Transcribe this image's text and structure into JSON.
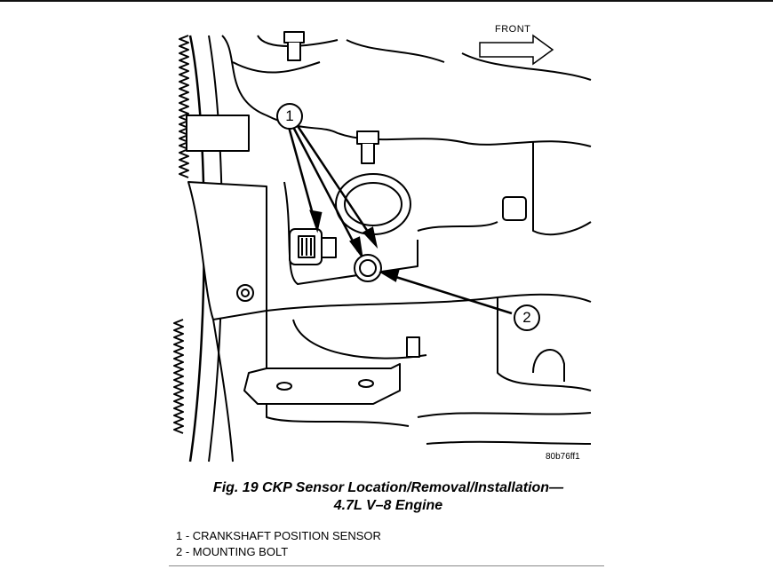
{
  "figure": {
    "front_label": "FRONT",
    "callouts": [
      "1",
      "2"
    ],
    "figure_id": "80b76ff1",
    "caption_line1": "Fig. 19 CKP Sensor Location/Removal/Installation—",
    "caption_line2": "4.7L V–8 Engine"
  },
  "legend": [
    "1 - CRANKSHAFT POSITION SENSOR",
    "2 - MOUNTING BOLT"
  ]
}
